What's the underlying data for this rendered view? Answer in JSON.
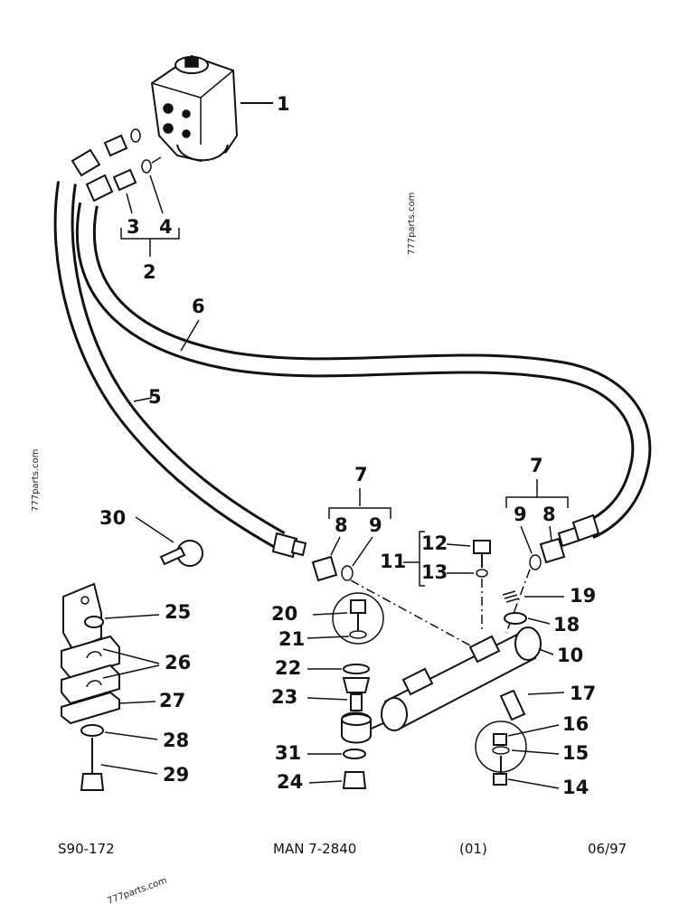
{
  "callouts": {
    "c1": "1",
    "c2": "2",
    "c3": "3",
    "c4": "4",
    "c5": "5",
    "c6": "6",
    "c7a": "7",
    "c7b": "7",
    "c8a": "8",
    "c8b": "8",
    "c9a": "9",
    "c9b": "9",
    "c10": "10",
    "c11": "11",
    "c12": "12",
    "c13": "13",
    "c14": "14",
    "c15": "15",
    "c16": "16",
    "c17": "17",
    "c18": "18",
    "c19": "19",
    "c20": "20",
    "c21": "21",
    "c22": "22",
    "c23": "23",
    "c24": "24",
    "c25": "25",
    "c26": "26",
    "c27": "27",
    "c28": "28",
    "c29": "29",
    "c30": "30",
    "c31": "31"
  },
  "footer": {
    "figure_code": "S90-172",
    "manual": "MAN 7-2840",
    "revision": "(01)",
    "date": "06/97"
  },
  "watermarks": {
    "w1": "777parts.com",
    "w2": "777parts.com",
    "w3": "777parts.com"
  }
}
